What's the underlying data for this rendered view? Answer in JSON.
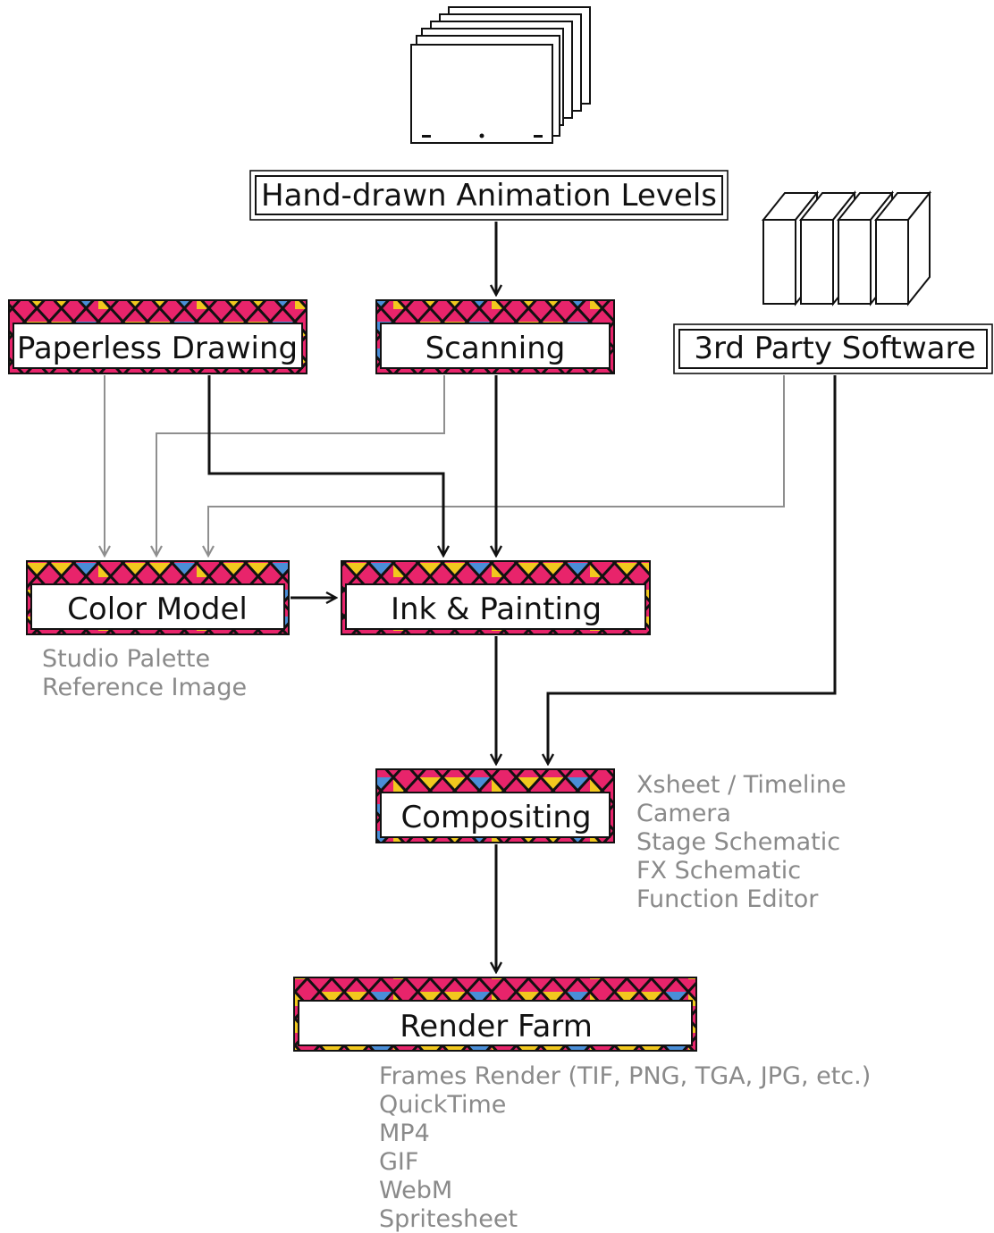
{
  "colors": {
    "pattern_pink": "#e8246b",
    "pattern_yellow": "#f2c81e",
    "pattern_blue": "#4a8ed8",
    "pattern_green": "#a9c23f",
    "pattern_lines": "#111111",
    "note_text": "#8a8a8a",
    "arrow_main": "#111111",
    "arrow_secondary": "#9a9a9a"
  },
  "icons": {
    "paper_stack": "paper-stack-icon",
    "software_blocks": "software-blocks-icon"
  },
  "nodes": {
    "levels": {
      "label": "Hand-drawn Animation Levels"
    },
    "paperless": {
      "label": "Paperless Drawing"
    },
    "scanning": {
      "label": "Scanning"
    },
    "third_party": {
      "label": "3rd Party Software"
    },
    "color_model": {
      "label": "Color Model"
    },
    "ink_paint": {
      "label": "Ink & Painting"
    },
    "compositing": {
      "label": "Compositing"
    },
    "render_farm": {
      "label": "Render Farm"
    }
  },
  "notes": {
    "color_model": [
      "Studio Palette",
      "Reference Image"
    ],
    "compositing": [
      "Xsheet / Timeline",
      "Camera",
      "Stage Schematic",
      "FX Schematic",
      "Function Editor"
    ],
    "render_farm": [
      "Frames Render (TIF, PNG, TGA, JPG, etc.)",
      "QuickTime",
      "MP4",
      "GIF",
      "WebM",
      "Spritesheet"
    ]
  }
}
